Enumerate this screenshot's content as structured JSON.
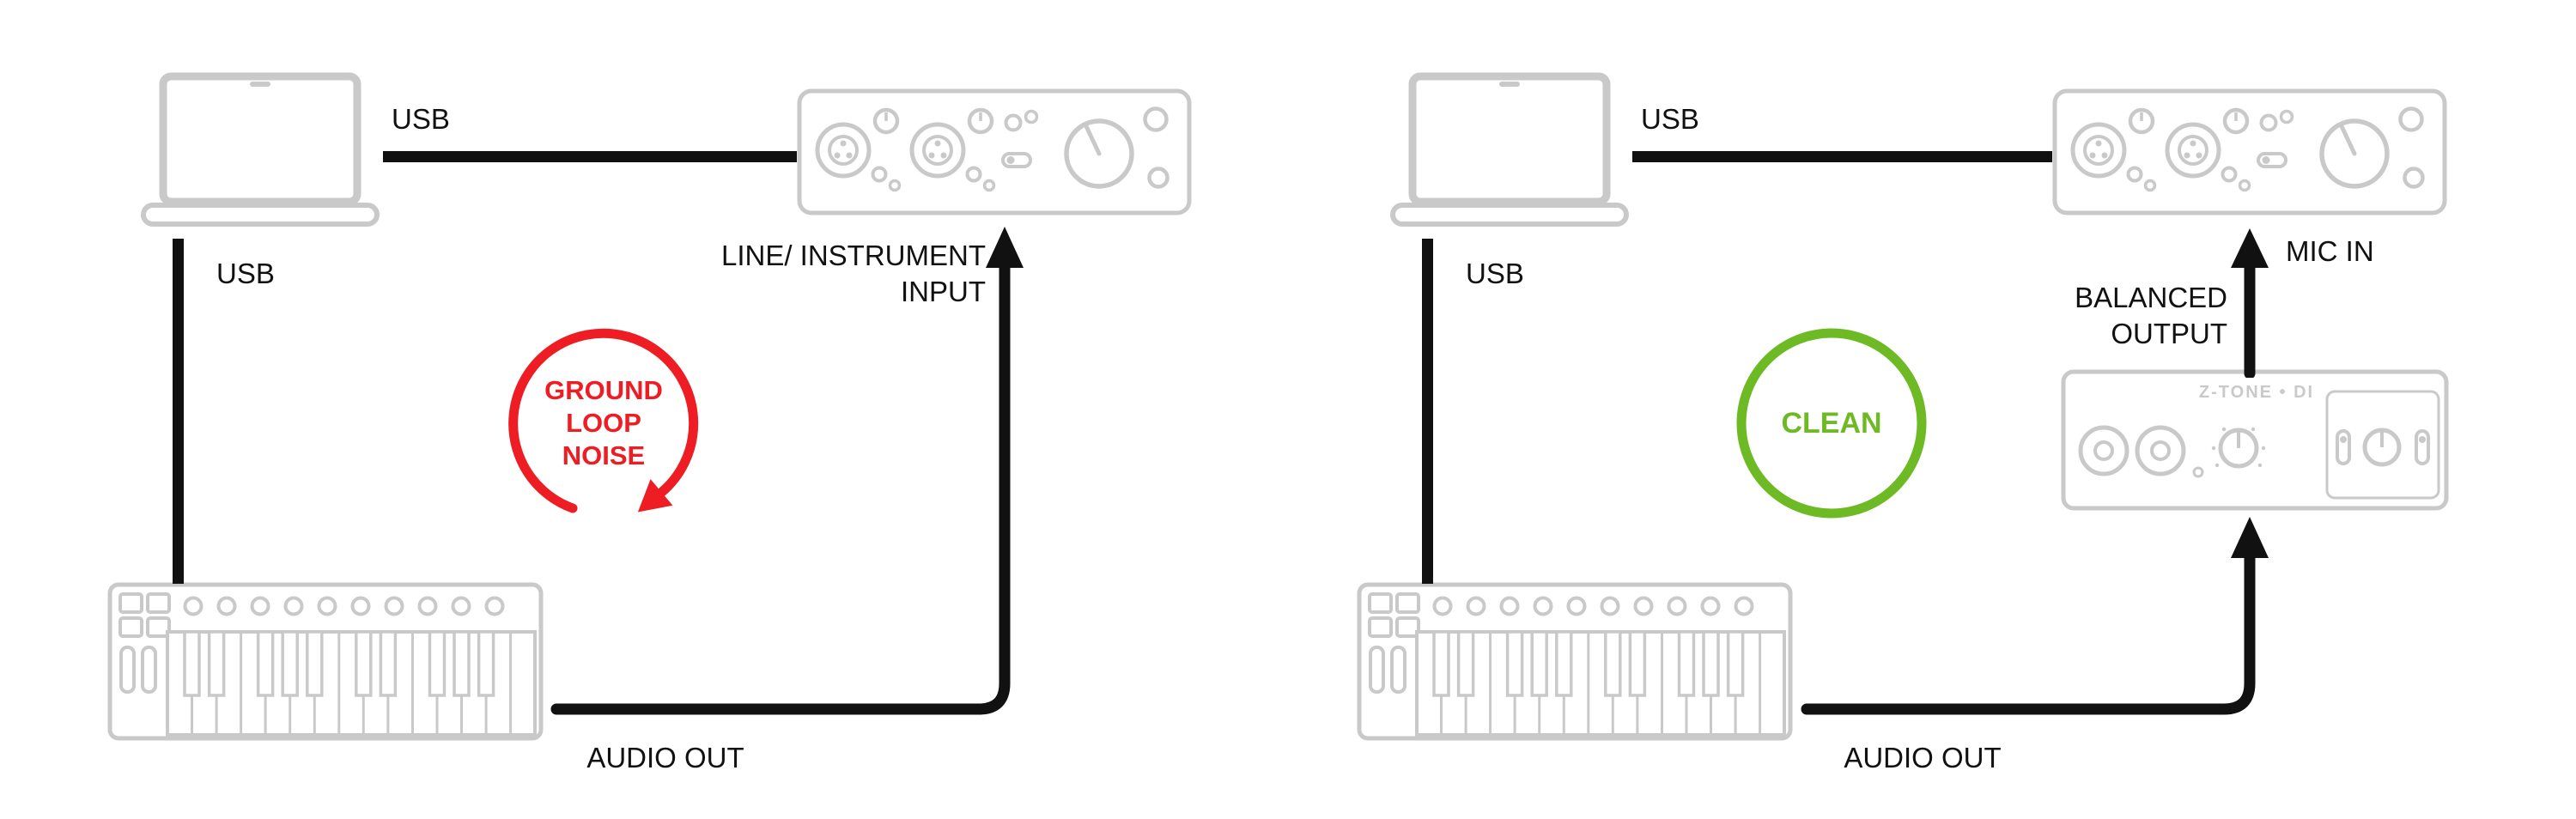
{
  "colors": {
    "red": "#ee1d23",
    "green": "#6eba24",
    "device_gray": "#c9c9c9",
    "line_black": "#111111"
  },
  "left": {
    "usb_top": "USB",
    "usb_side": "USB",
    "input_line1": "LINE/ INSTRUMENT",
    "input_line2": "INPUT",
    "loop_line1": "GROUND",
    "loop_line2": "LOOP",
    "loop_line3": "NOISE",
    "audio_out": "AUDIO OUT"
  },
  "right": {
    "usb_top": "USB",
    "usb_side": "USB",
    "mic_in": "MIC IN",
    "balanced_line1": "BALANCED",
    "balanced_line2": "OUTPUT",
    "clean": "CLEAN",
    "audio_out": "AUDIO OUT",
    "di_label": "Z-TONE • DI"
  }
}
